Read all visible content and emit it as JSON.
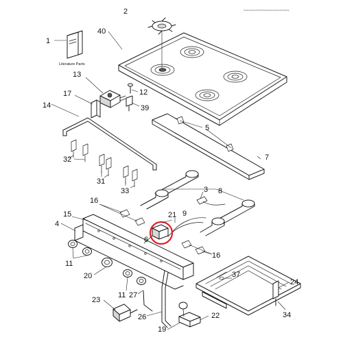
{
  "colors": {
    "line": "#1a1a1a",
    "highlight": "#e0202a",
    "background": "#ffffff"
  },
  "labels": {
    "literature": "Literature Parts",
    "watermark": "~~~~~~~~~~~~~~~~~~~"
  },
  "callouts": [
    {
      "id": "c1",
      "text": "1"
    },
    {
      "id": "c2",
      "text": "2"
    },
    {
      "id": "c40",
      "text": "40"
    },
    {
      "id": "c13",
      "text": "13"
    },
    {
      "id": "c12",
      "text": "12"
    },
    {
      "id": "c17",
      "text": "17"
    },
    {
      "id": "c39",
      "text": "39"
    },
    {
      "id": "c14",
      "text": "14"
    },
    {
      "id": "c5",
      "text": "5"
    },
    {
      "id": "c7",
      "text": "7"
    },
    {
      "id": "c32",
      "text": "32"
    },
    {
      "id": "c31",
      "text": "31"
    },
    {
      "id": "c33",
      "text": "33"
    },
    {
      "id": "c3",
      "text": "3"
    },
    {
      "id": "c8",
      "text": "8"
    },
    {
      "id": "c16a",
      "text": "16"
    },
    {
      "id": "c15",
      "text": "15"
    },
    {
      "id": "c4",
      "text": "4"
    },
    {
      "id": "c9",
      "text": "9"
    },
    {
      "id": "c21",
      "text": "21"
    },
    {
      "id": "c6",
      "text": "6"
    },
    {
      "id": "c16b",
      "text": "16"
    },
    {
      "id": "c11a",
      "text": "11"
    },
    {
      "id": "c20",
      "text": "20"
    },
    {
      "id": "c37",
      "text": "37"
    },
    {
      "id": "c24",
      "text": "24"
    },
    {
      "id": "c11b",
      "text": "11"
    },
    {
      "id": "c27",
      "text": "27"
    },
    {
      "id": "c23",
      "text": "23"
    },
    {
      "id": "c26",
      "text": "26"
    },
    {
      "id": "c22",
      "text": "22"
    },
    {
      "id": "c19",
      "text": "19"
    },
    {
      "id": "c34",
      "text": "34"
    }
  ]
}
